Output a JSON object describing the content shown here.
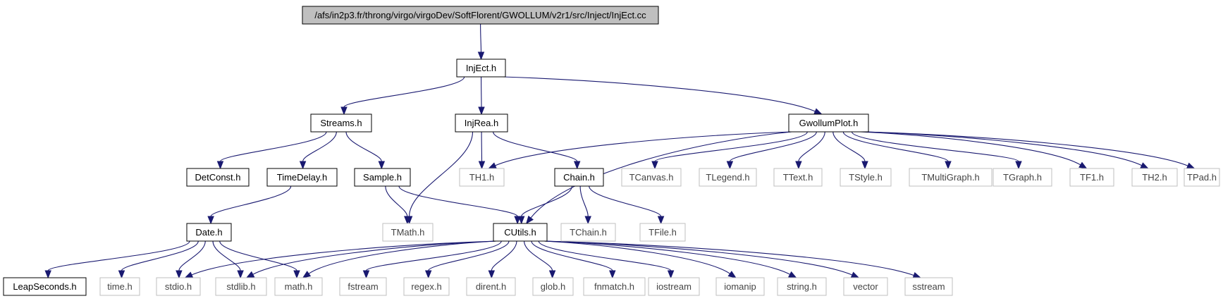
{
  "colors": {
    "edge": "#191970",
    "root_fill": "#bfbfbf",
    "local_border": "#000000",
    "system_border": "#bfbfbf"
  },
  "nodes": {
    "root": {
      "label": "/afs/in2p3.fr/throng/virgo/virgoDev/SoftFlorent/GWOLLUM/v2r1/src/Inject/InjEct.cc",
      "kind": "root"
    },
    "injecth": {
      "label": "InjEct.h",
      "kind": "local"
    },
    "streams": {
      "label": "Streams.h",
      "kind": "local"
    },
    "injrea": {
      "label": "InjRea.h",
      "kind": "local"
    },
    "gwollum": {
      "label": "GwollumPlot.h",
      "kind": "local"
    },
    "detconst": {
      "label": "DetConst.h",
      "kind": "local"
    },
    "timedelay": {
      "label": "TimeDelay.h",
      "kind": "local"
    },
    "sample": {
      "label": "Sample.h",
      "kind": "local"
    },
    "th1": {
      "label": "TH1.h",
      "kind": "system"
    },
    "chain": {
      "label": "Chain.h",
      "kind": "local"
    },
    "tcanvas": {
      "label": "TCanvas.h",
      "kind": "system"
    },
    "tlegend": {
      "label": "TLegend.h",
      "kind": "system"
    },
    "ttext": {
      "label": "TText.h",
      "kind": "system"
    },
    "tstyle": {
      "label": "TStyle.h",
      "kind": "system"
    },
    "tmultigraph": {
      "label": "TMultiGraph.h",
      "kind": "system"
    },
    "tgraph": {
      "label": "TGraph.h",
      "kind": "system"
    },
    "tf1": {
      "label": "TF1.h",
      "kind": "system"
    },
    "th2": {
      "label": "TH2.h",
      "kind": "system"
    },
    "tpad": {
      "label": "TPad.h",
      "kind": "system"
    },
    "date": {
      "label": "Date.h",
      "kind": "local"
    },
    "tmath": {
      "label": "TMath.h",
      "kind": "system"
    },
    "cutils": {
      "label": "CUtils.h",
      "kind": "local"
    },
    "tchain": {
      "label": "TChain.h",
      "kind": "system"
    },
    "tfile": {
      "label": "TFile.h",
      "kind": "system"
    },
    "leapseconds": {
      "label": "LeapSeconds.h",
      "kind": "local"
    },
    "time": {
      "label": "time.h",
      "kind": "system"
    },
    "stdio": {
      "label": "stdio.h",
      "kind": "system"
    },
    "stdlib": {
      "label": "stdlib.h",
      "kind": "system"
    },
    "math": {
      "label": "math.h",
      "kind": "system"
    },
    "fstream": {
      "label": "fstream",
      "kind": "system"
    },
    "regex": {
      "label": "regex.h",
      "kind": "system"
    },
    "dirent": {
      "label": "dirent.h",
      "kind": "system"
    },
    "glob": {
      "label": "glob.h",
      "kind": "system"
    },
    "fnmatch": {
      "label": "fnmatch.h",
      "kind": "system"
    },
    "iostream": {
      "label": "iostream",
      "kind": "system"
    },
    "iomanip": {
      "label": "iomanip",
      "kind": "system"
    },
    "string": {
      "label": "string.h",
      "kind": "system"
    },
    "vector": {
      "label": "vector",
      "kind": "system"
    },
    "sstream": {
      "label": "sstream",
      "kind": "system"
    }
  },
  "edges": [
    {
      "from": "root",
      "to": "injecth"
    },
    {
      "from": "injecth",
      "to": "streams"
    },
    {
      "from": "injecth",
      "to": "injrea"
    },
    {
      "from": "injecth",
      "to": "gwollum"
    },
    {
      "from": "streams",
      "to": "detconst"
    },
    {
      "from": "streams",
      "to": "timedelay"
    },
    {
      "from": "streams",
      "to": "sample"
    },
    {
      "from": "injrea",
      "to": "th1"
    },
    {
      "from": "injrea",
      "to": "chain"
    },
    {
      "from": "injrea",
      "to": "tmath"
    },
    {
      "from": "gwollum",
      "to": "th1"
    },
    {
      "from": "gwollum",
      "to": "cutils"
    },
    {
      "from": "gwollum",
      "to": "tcanvas"
    },
    {
      "from": "gwollum",
      "to": "tlegend"
    },
    {
      "from": "gwollum",
      "to": "ttext"
    },
    {
      "from": "gwollum",
      "to": "tstyle"
    },
    {
      "from": "gwollum",
      "to": "tmultigraph"
    },
    {
      "from": "gwollum",
      "to": "tgraph"
    },
    {
      "from": "gwollum",
      "to": "tf1"
    },
    {
      "from": "gwollum",
      "to": "th2"
    },
    {
      "from": "gwollum",
      "to": "tpad"
    },
    {
      "from": "timedelay",
      "to": "date"
    },
    {
      "from": "sample",
      "to": "tmath"
    },
    {
      "from": "sample",
      "to": "cutils"
    },
    {
      "from": "chain",
      "to": "cutils"
    },
    {
      "from": "chain",
      "to": "tchain"
    },
    {
      "from": "chain",
      "to": "tfile"
    },
    {
      "from": "date",
      "to": "leapseconds"
    },
    {
      "from": "date",
      "to": "time"
    },
    {
      "from": "date",
      "to": "stdio"
    },
    {
      "from": "date",
      "to": "stdlib"
    },
    {
      "from": "date",
      "to": "math"
    },
    {
      "from": "cutils",
      "to": "stdio"
    },
    {
      "from": "cutils",
      "to": "stdlib"
    },
    {
      "from": "cutils",
      "to": "math"
    },
    {
      "from": "cutils",
      "to": "fstream"
    },
    {
      "from": "cutils",
      "to": "regex"
    },
    {
      "from": "cutils",
      "to": "dirent"
    },
    {
      "from": "cutils",
      "to": "glob"
    },
    {
      "from": "cutils",
      "to": "fnmatch"
    },
    {
      "from": "cutils",
      "to": "iostream"
    },
    {
      "from": "cutils",
      "to": "iomanip"
    },
    {
      "from": "cutils",
      "to": "string"
    },
    {
      "from": "cutils",
      "to": "vector"
    },
    {
      "from": "cutils",
      "to": "sstream"
    }
  ]
}
